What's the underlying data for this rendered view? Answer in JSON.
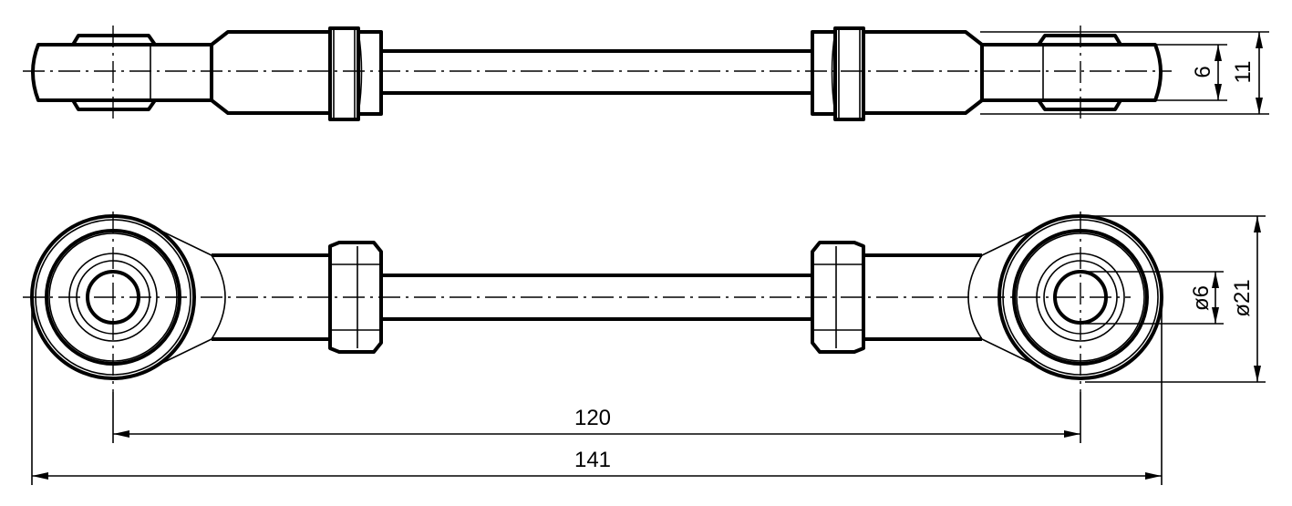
{
  "drawing": {
    "title": "Rod end tie rod assembly",
    "dimensions": {
      "eye_thickness": "6",
      "body_thickness": "11",
      "bore_diameter": "ø6",
      "eye_diameter": "ø21",
      "center_distance": "120",
      "overall_length": "141"
    }
  }
}
